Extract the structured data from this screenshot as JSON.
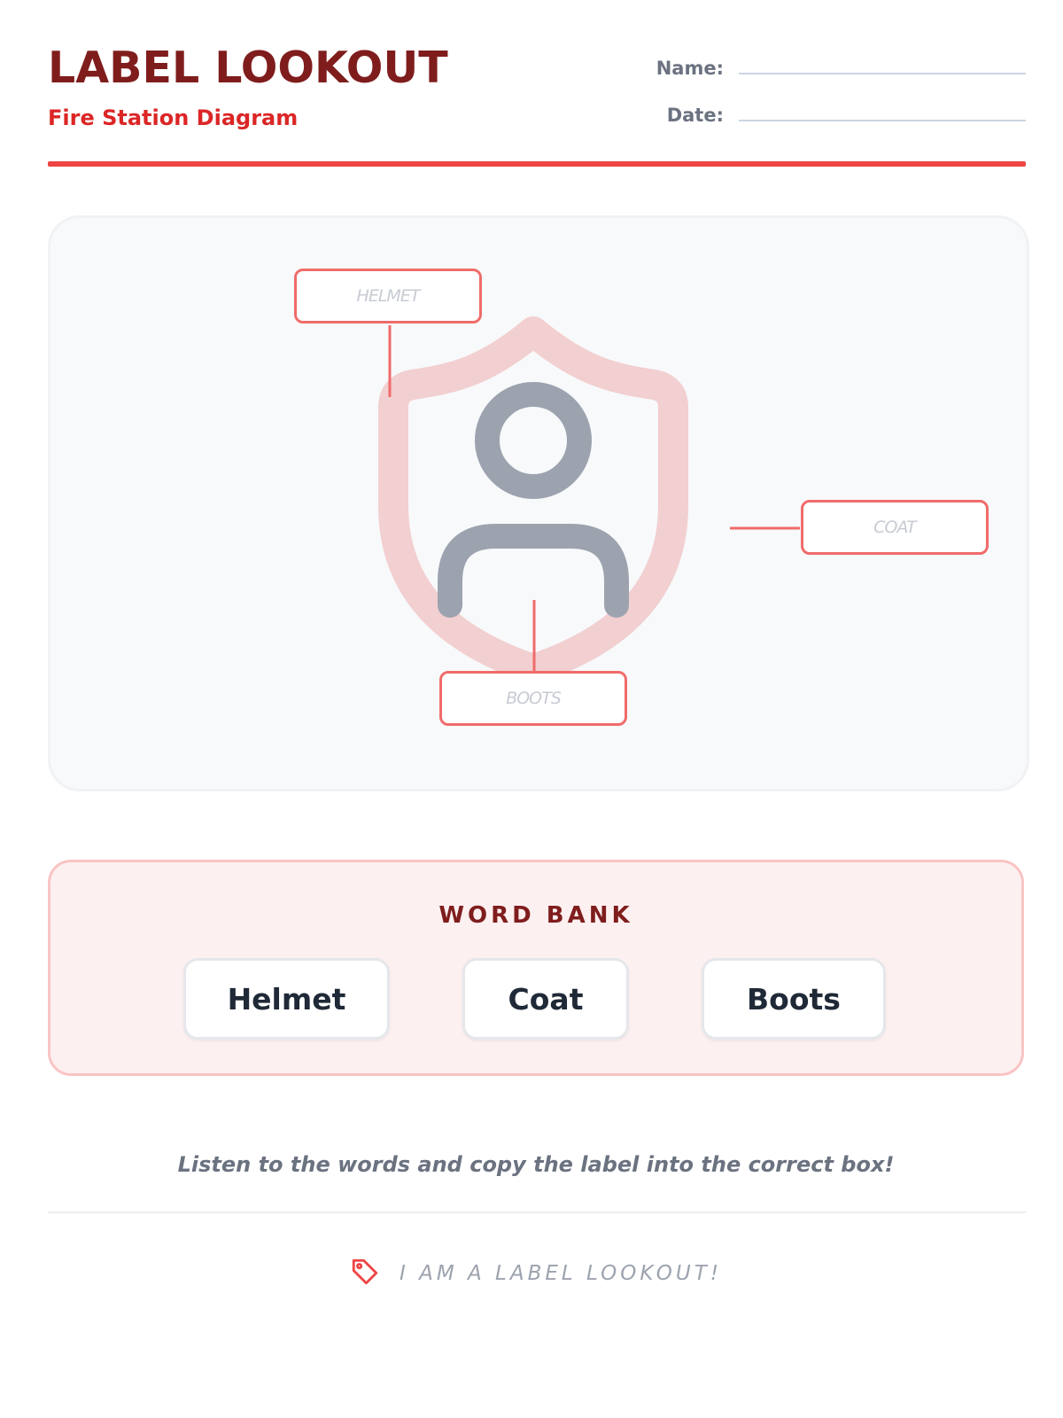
{
  "header": {
    "title": "LABEL LOOKOUT",
    "subtitle": "Fire Station Diagram",
    "name_label": "Name:",
    "date_label": "Date:"
  },
  "diagram": {
    "icon": "firefighter-shield-icon",
    "labels": {
      "helmet": "HELMET",
      "coat": "COAT",
      "boots": "BOOTS"
    }
  },
  "word_bank": {
    "title": "WORD BANK",
    "words": [
      "Helmet",
      "Coat",
      "Boots"
    ]
  },
  "instruction": "Listen to the words and copy the label into the correct box!",
  "footer": {
    "icon": "tag-icon",
    "text": "I AM A LABEL LOOKOUT!"
  },
  "colors": {
    "title": "#7f1d1d",
    "accent": "#ef4444",
    "label_border": "#f06b6b",
    "shield": "#f2cfd0",
    "person": "#9ca3af"
  }
}
